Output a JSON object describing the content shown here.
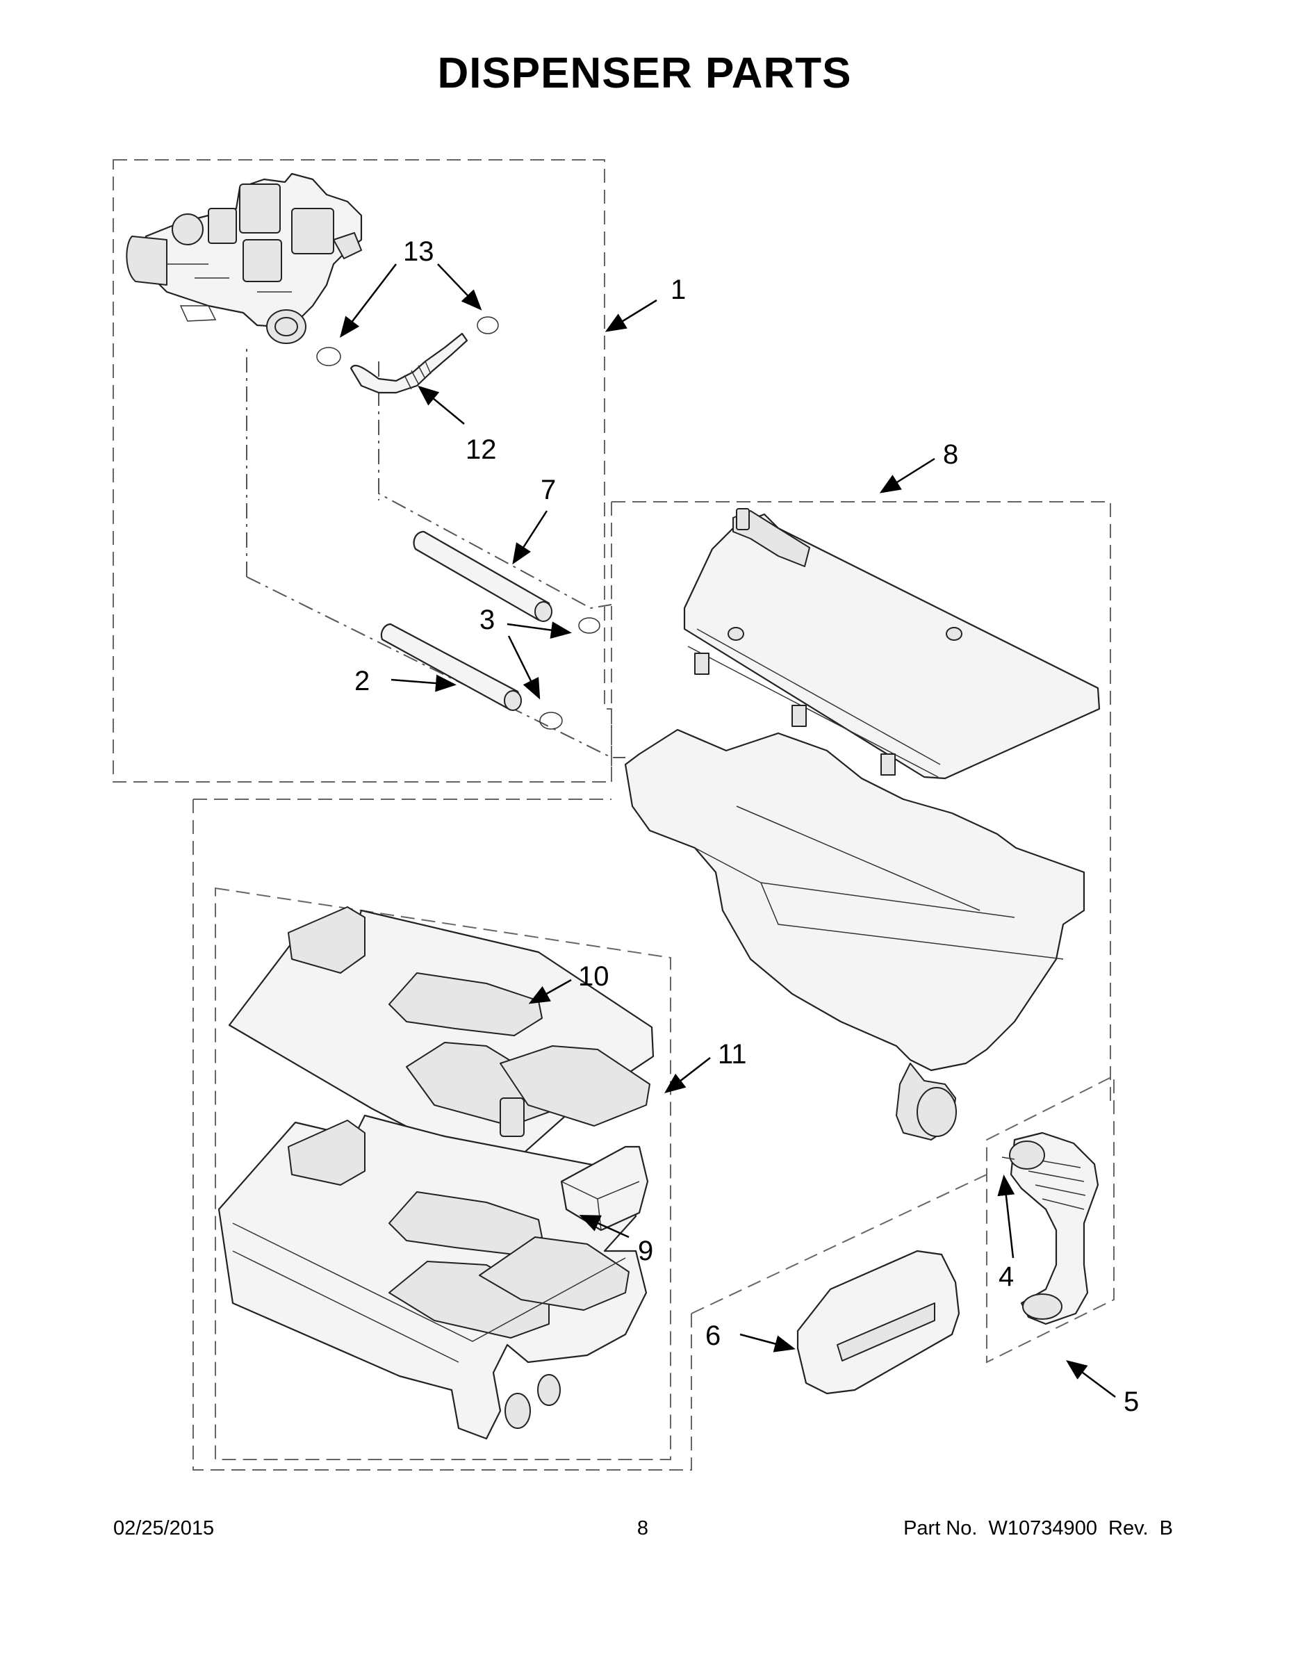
{
  "title": "DISPENSER PARTS",
  "callouts": {
    "c1": "1",
    "c2": "2",
    "c3": "3",
    "c4": "4",
    "c5": "5",
    "c6": "6",
    "c7": "7",
    "c8": "8",
    "c9": "9",
    "c10": "10",
    "c11": "11",
    "c12": "12",
    "c13": "13"
  },
  "footer": {
    "date": "02/25/2015",
    "page": "8",
    "part_no": "Part No.  W10734900  Rev.  B"
  }
}
